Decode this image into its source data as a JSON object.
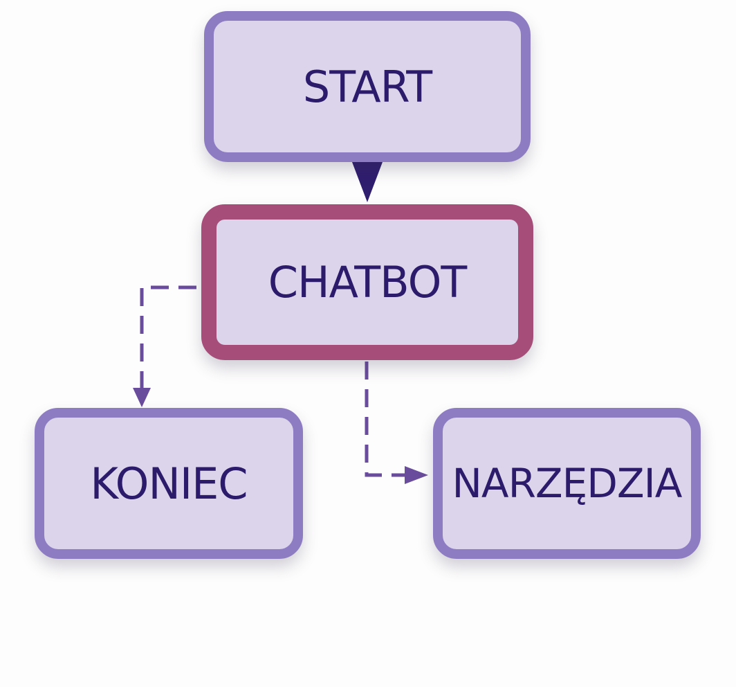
{
  "colors": {
    "node_fill": "#dbd4ea",
    "node_border": "#8e7cc3",
    "active_border": "#a64d79",
    "text": "#2c1a6b",
    "solid_edge": "#2f1d6e",
    "dashed_edge": "#6a4c9c"
  },
  "nodes": {
    "start": {
      "label": "START"
    },
    "chatbot": {
      "label": "CHATBOT"
    },
    "koniec": {
      "label": "KONIEC"
    },
    "narzedzia": {
      "label": "NARZĘDZIA"
    }
  },
  "edges": [
    {
      "from": "START",
      "to": "CHATBOT",
      "style": "solid"
    },
    {
      "from": "CHATBOT",
      "to": "KONIEC",
      "style": "dashed"
    },
    {
      "from": "CHATBOT",
      "to": "NARZĘDZIA",
      "style": "dashed"
    }
  ]
}
